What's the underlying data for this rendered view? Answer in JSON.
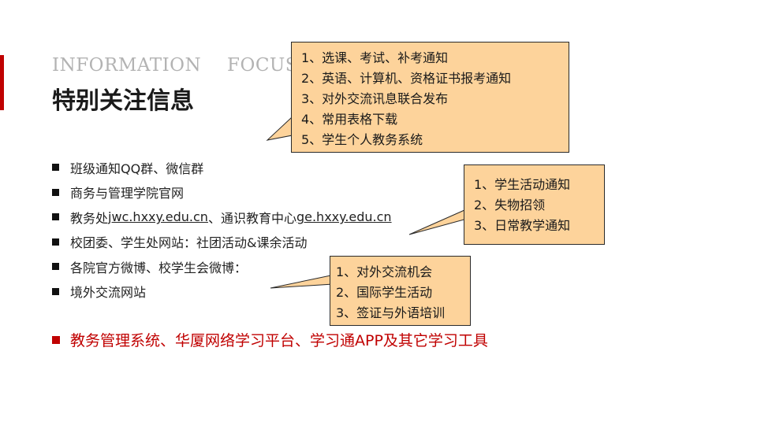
{
  "colors": {
    "accent": "#c00000",
    "callout_fill": "#fdd39b",
    "eyebrow": "#b3b3b3"
  },
  "header": {
    "eyebrow_left": "INFORMATION",
    "eyebrow_right": "FOCUS",
    "title": "特别关注信息"
  },
  "bullets": [
    {
      "text": "班级通知QQ群、微信群"
    },
    {
      "text": "商务与管理学院官网"
    },
    {
      "text_a": "教务处 ",
      "link_a": "jwc.hxxy.edu.cn",
      "text_b": "、通识教育中心",
      "link_b": "ge.hxxy.edu.cn"
    },
    {
      "text": "校团委、学生处网站：社团活动&课余活动"
    },
    {
      "text": "各院官方微博、校学生会微博："
    },
    {
      "text": "境外交流网站"
    }
  ],
  "highlight": {
    "text": "教务管理系统、华厦网络学习平台、学习通APP及其它学习工具"
  },
  "callouts": [
    {
      "lines": [
        "1、选课、考试、补考通知",
        "2、英语、计算机、资格证书报考通知",
        "3、对外交流讯息联合发布",
        "4、常用表格下载",
        "5、学生个人教务系统"
      ]
    },
    {
      "lines": [
        "1、学生活动通知",
        "2、失物招领",
        "3、日常教学通知"
      ]
    },
    {
      "lines": [
        "1、对外交流机会",
        "2、国际学生活动",
        "3、签证与外语培训"
      ]
    }
  ]
}
